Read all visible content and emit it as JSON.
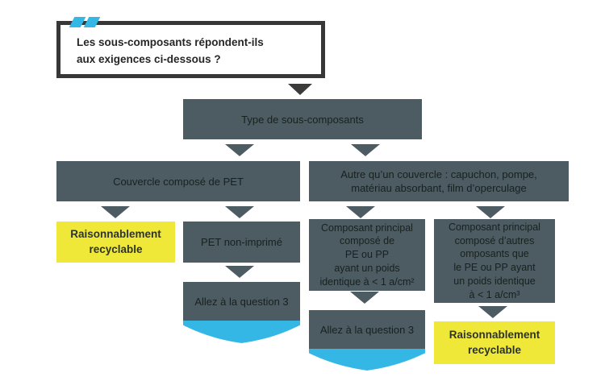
{
  "colors": {
    "slate_box": "#4d5c62",
    "dark_border": "#373737",
    "dark_arrow": "#3b3b39",
    "yellow_box": "#f0e838",
    "blue_accent": "#35b7e6",
    "background": "#ffffff"
  },
  "question": {
    "icon": "double-chevron-icon",
    "lines": [
      "Les sous-composants répondent-ils",
      "aux exigences ci-dessous ?"
    ]
  },
  "nodes": {
    "type": {
      "label": "Type de sous-composants"
    },
    "couvercle": {
      "label": "Couvercle composé de PET"
    },
    "autre": {
      "lines": [
        "Autre qu’un couvercle : capuchon, pompe,",
        "matériau absorbant, film d’operculage"
      ]
    },
    "recyclable_left": {
      "lines": [
        "Raisonnablement",
        "recyclable"
      ]
    },
    "pet": {
      "label": "PET non-imprimé"
    },
    "pepp": {
      "lines": [
        "Composant principal",
        "composé de",
        "PE ou PP",
        "ayant un poids",
        "identique à < 1 a/cm²"
      ]
    },
    "autres": {
      "lines": [
        "Composant principal",
        "composé d’autres",
        "omposants que",
        "le PE ou PP ayant",
        "un poids identique",
        "à < 1 a/cm³"
      ]
    },
    "allez_left": {
      "label": "Allez à la question 3"
    },
    "allez_right": {
      "label": "Allez à la question 3"
    },
    "recyclable_right": {
      "lines": [
        "Raisonnablement",
        "recyclable"
      ]
    }
  }
}
